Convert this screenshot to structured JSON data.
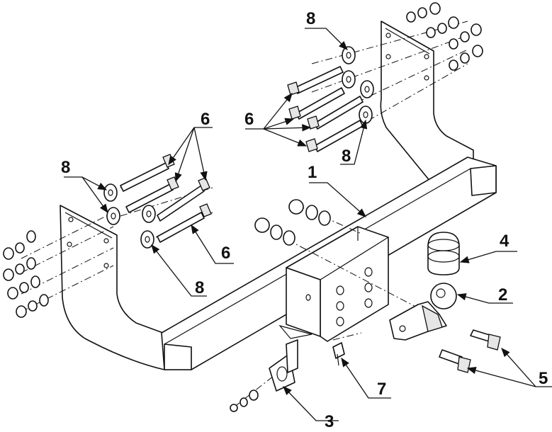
{
  "callouts": {
    "c1": "1",
    "c2": "2",
    "c3": "3",
    "c4": "4",
    "c5": "5",
    "c6_top": "6",
    "c6_right": "6",
    "c6_left": "6",
    "c7": "7",
    "c8_top": "8",
    "c8_mid": "8",
    "c8_left": "8",
    "c8_bottom": "8"
  },
  "parts": [
    "frame",
    "tow-ball",
    "electric-socket-bracket",
    "ball-cap",
    "bolt",
    "mounting-bolt",
    "bolt",
    "washer"
  ]
}
